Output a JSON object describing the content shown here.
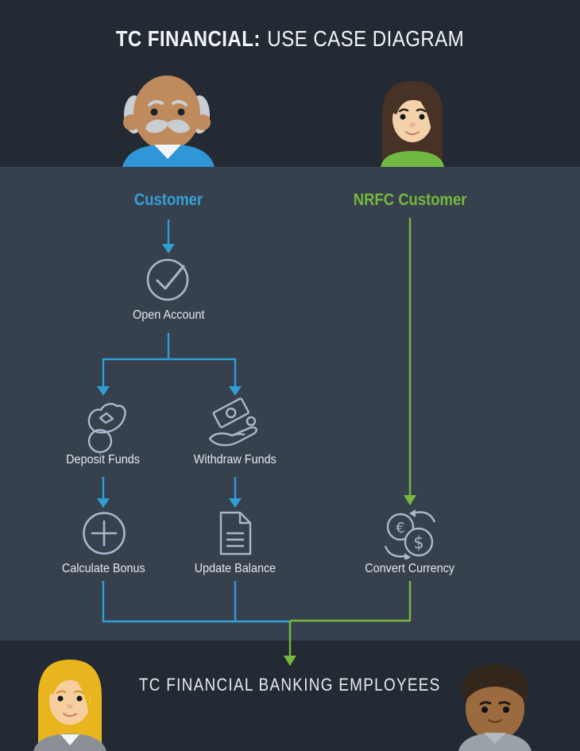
{
  "header": {
    "title_bold": "TC FINANCIAL:",
    "title_rest": "USE CASE DIAGRAM"
  },
  "actors": {
    "customer": {
      "label": "Customer",
      "color": "#35a1d8"
    },
    "nrfc_customer": {
      "label": "NRFC Customer",
      "color": "#74b83e"
    }
  },
  "use_cases": {
    "open_account": {
      "label": "Open Account",
      "icon": "check-circle-icon"
    },
    "deposit_funds": {
      "label": "Deposit Funds",
      "icon": "hand-coin-icon"
    },
    "withdraw_funds": {
      "label": "Withdraw Funds",
      "icon": "hand-money-icon"
    },
    "calculate_bonus": {
      "label": "Calculate Bonus",
      "icon": "plus-circle-icon"
    },
    "update_balance": {
      "label": "Update Balance",
      "icon": "document-icon"
    },
    "convert_currency": {
      "label": "Convert Currency",
      "icon": "currency-exchange-icon",
      "euro": "€",
      "dollar": "$"
    }
  },
  "edges": [
    {
      "from": "customer",
      "to": "open_account",
      "color": "blue"
    },
    {
      "from": "open_account",
      "to": "deposit_funds",
      "color": "blue"
    },
    {
      "from": "open_account",
      "to": "withdraw_funds",
      "color": "blue"
    },
    {
      "from": "deposit_funds",
      "to": "calculate_bonus",
      "color": "blue"
    },
    {
      "from": "withdraw_funds",
      "to": "update_balance",
      "color": "blue"
    },
    {
      "from": "nrfc_customer",
      "to": "convert_currency",
      "color": "green"
    },
    {
      "from": "calculate_bonus",
      "to": "banking_employees",
      "color": "blue"
    },
    {
      "from": "update_balance",
      "to": "banking_employees",
      "color": "blue"
    },
    {
      "from": "convert_currency",
      "to": "banking_employees",
      "color": "green"
    }
  ],
  "footer": {
    "label": "TC FINANCIAL BANKING EMPLOYEES"
  },
  "colors": {
    "background": "#232a33",
    "panel": "#37404d",
    "accent_blue": "#2f9fd6",
    "accent_green": "#75b83e",
    "icon_stroke": "#a9b8cb",
    "label_text": "#e4e9ef"
  }
}
